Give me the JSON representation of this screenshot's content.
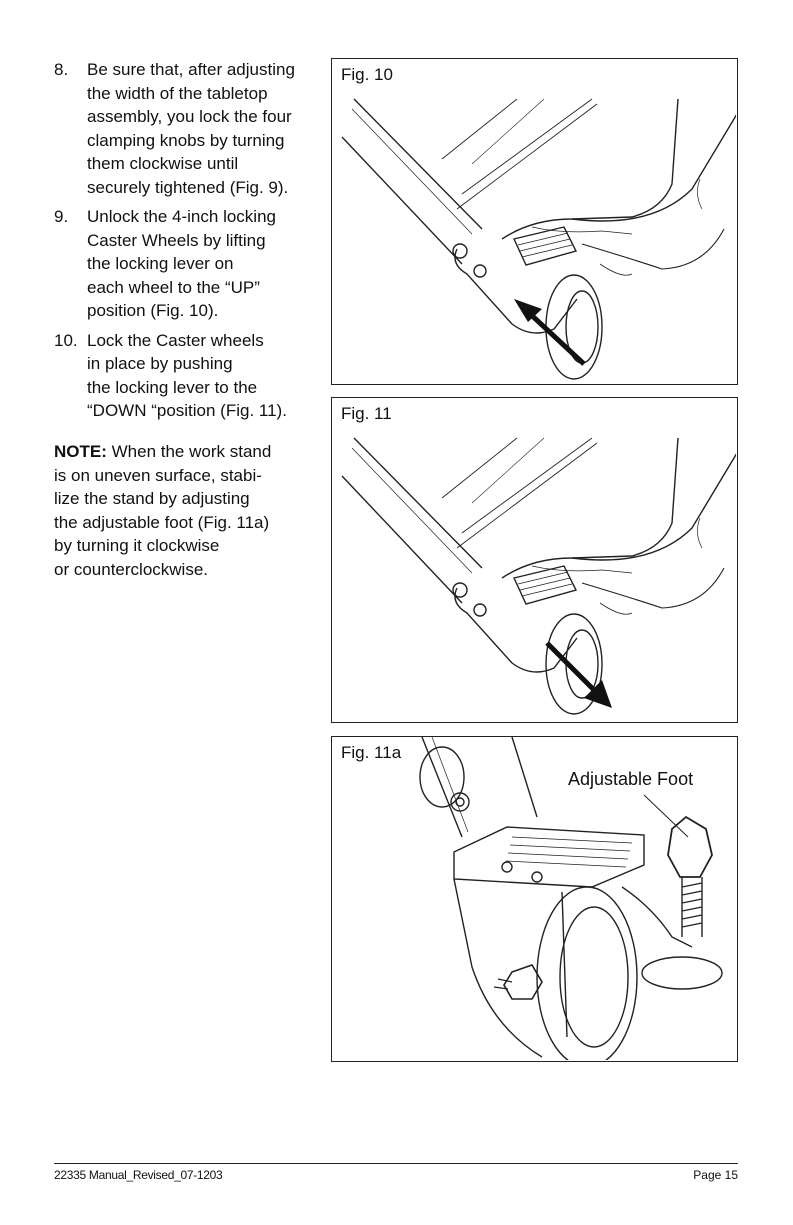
{
  "steps": [
    {
      "number": "8.",
      "lines": [
        "Be sure that, after adjusting",
        "the width of the tabletop",
        "assembly, you lock the four",
        "clamping knobs by turning",
        "them clockwise until",
        "securely tightened (Fig. 9)."
      ]
    },
    {
      "number": "9.",
      "lines": [
        "Unlock the 4-inch locking",
        "Caster Wheels by lifting",
        "the locking lever on",
        "each wheel to the “UP”",
        "position (Fig. 10)."
      ]
    },
    {
      "number": "10.",
      "lines": [
        "Lock the Caster wheels",
        "in place by pushing",
        "the locking lever to the",
        "“DOWN “position (Fig. 11)."
      ]
    }
  ],
  "note": {
    "label": "NOTE:",
    "lines": [
      " When the work stand",
      "is on uneven surface, stabi-",
      "lize the stand by adjusting",
      "the adjustable foot (Fig. 11a)",
      "by turning it clockwise",
      "or counterclockwise."
    ]
  },
  "figures": {
    "fig10": {
      "caption": "Fig. 10"
    },
    "fig11": {
      "caption": "Fig. 11"
    },
    "fig11a": {
      "caption": "Fig. 11a",
      "callout": "Adjustable Foot"
    }
  },
  "footer": {
    "left": "22335 Manual_Revised_07-1203",
    "right": "Page 15"
  }
}
